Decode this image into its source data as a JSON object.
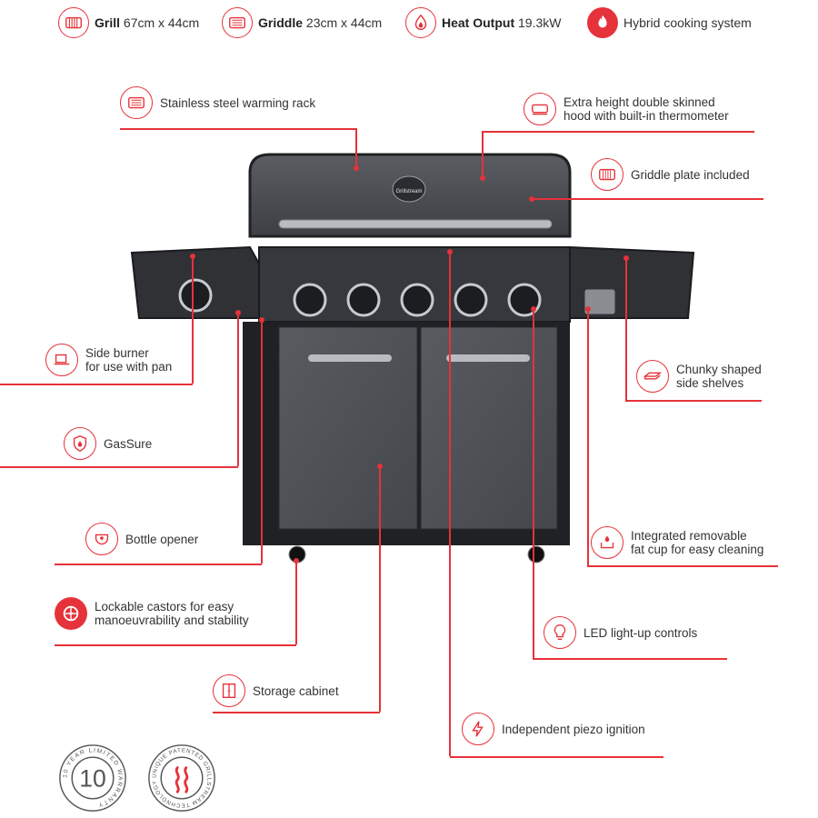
{
  "specs": [
    {
      "label": "Grill",
      "value": "67cm x 44cm",
      "icon": "grill-grate-icon"
    },
    {
      "label": "Griddle",
      "value": "23cm x 44cm",
      "icon": "griddle-icon"
    },
    {
      "label": "Heat Output",
      "value": "19.3kW",
      "icon": "flame-drop-icon"
    },
    {
      "label": "",
      "value": "Hybrid cooking system",
      "icon": "hybrid-flame-icon"
    }
  ],
  "features": {
    "warming_rack": "Stainless steel warming rack",
    "hood_line1": "Extra height double skinned",
    "hood_line2": "hood with built-in thermometer",
    "griddle_plate": "Griddle plate included",
    "side_burner_line1": "Side burner",
    "side_burner_line2": "for use with pan",
    "shelves_line1": "Chunky shaped",
    "shelves_line2": "side shelves",
    "gassure": "GasSure",
    "bottle_opener": "Bottle opener",
    "fat_cup_line1": "Integrated removable",
    "fat_cup_line2": "fat cup for easy cleaning",
    "castors_line1": "Lockable castors for easy",
    "castors_line2": "manoeuvrability and stability",
    "led": "LED light-up controls",
    "storage": "Storage cabinet",
    "ignition": "Independent piezo ignition"
  },
  "product": {
    "brand_plate": "Grillstream"
  },
  "badges": {
    "warranty_ring": "10 YEAR LIMITED WARRANTY",
    "warranty_number": "10",
    "patent_ring": "UNIQUE PATENTED GRILLSTREAM TECHNOLOGY"
  },
  "colors": {
    "accent": "#e6323a",
    "text": "#333333",
    "grill_body": "#4a4d52",
    "grill_dark": "#1f2124"
  }
}
